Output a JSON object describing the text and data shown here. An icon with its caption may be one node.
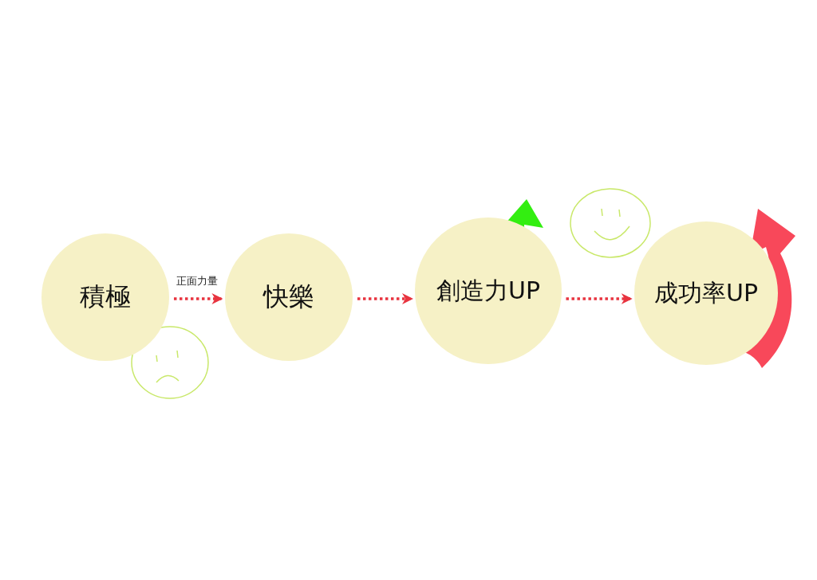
{
  "diagram": {
    "nodes": [
      {
        "text": [
          "積極"
        ]
      },
      {
        "text": [
          "快樂"
        ]
      },
      {
        "text": [
          "創造力UP"
        ]
      },
      {
        "text": [
          "成功率UP"
        ]
      }
    ],
    "edges": [
      {
        "from": 0,
        "to": 1,
        "arrow": "to",
        "label": "正面力量"
      },
      {
        "from": 1,
        "to": 2,
        "arrow": "to"
      },
      {
        "from": 2,
        "to": 3,
        "arrow": "to"
      }
    ]
  }
}
